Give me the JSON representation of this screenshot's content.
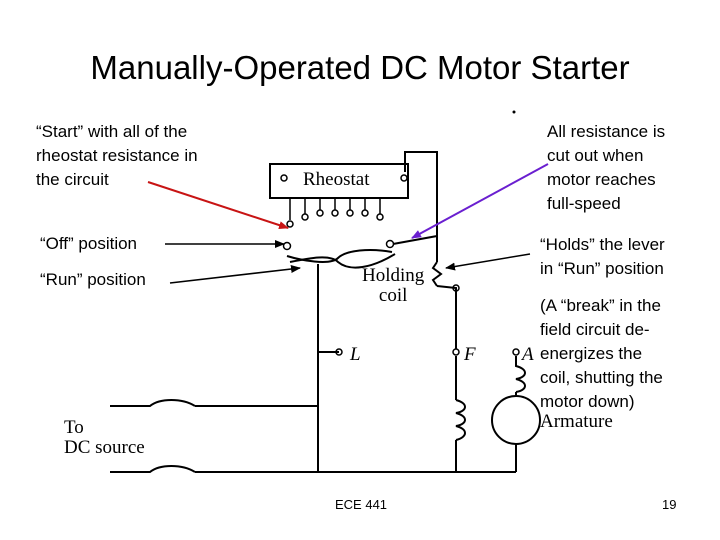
{
  "title": "Manually-Operated DC Motor Starter",
  "annotations": {
    "start_note": "“Start” with all of the\nrheostat resistance in\nthe circuit",
    "resistance_note": "All resistance is\ncut out when\nmotor reaches\nfull-speed",
    "off_position": "“Off” position",
    "run_position": "“Run” position",
    "holds_note": "“Holds” the lever\nin “Run” position",
    "break_note": "(A “break” in the\nfield circuit de-\nenergizes the\ncoil, shutting the\nmotor down)"
  },
  "diagram_labels": {
    "rheostat": "Rheostat",
    "holding_coil": "Holding\ncoil",
    "terminal_l": "L",
    "terminal_f": "F",
    "terminal_a": "A",
    "armature": "Armature",
    "source": "To\nDC source"
  },
  "footer": {
    "course": "ECE 441",
    "page": "19"
  },
  "colors": {
    "purple_arrow": "#6a1fd0",
    "red_arrow": "#c81414"
  }
}
